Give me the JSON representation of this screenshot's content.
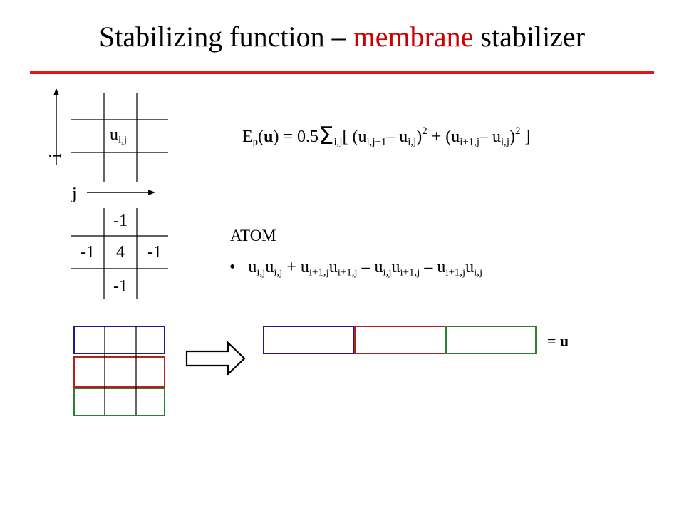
{
  "title": {
    "part1": "Stabilizing function – ",
    "accent": "membrane",
    "part2": " stabilizer"
  },
  "grid": {
    "cell_label_base": "u",
    "cell_label_sub": "i,j",
    "axis_i": "i",
    "axis_j": "j"
  },
  "stencil": {
    "top": "-1",
    "left": "-1",
    "center": "4",
    "right": "-1",
    "bottom": "-1"
  },
  "equation": {
    "lhs_E": "E",
    "lhs_sub": "p",
    "lhs_open": "(",
    "lhs_u": "u",
    "lhs_close": ")",
    "equals_coef": " = 0.5",
    "sigma": "Σ",
    "sum_sub": "i,j",
    "bracket_open": "[ (u",
    "t1_sub": "i,j+1",
    "minus1": "– u",
    "t2_sub": "i,j",
    "close_sq1": ")",
    "pow1": "2",
    "plus": " + (u",
    "t3_sub": "i+1,j",
    "minus2": "– u",
    "t4_sub": "i,j",
    "close_sq2": ")",
    "pow2": "2",
    "bracket_close": "  ]"
  },
  "atom": {
    "label": "ATOM",
    "bullet": "•",
    "a_u1": "u",
    "a_s1": "i,j",
    "a_u2": "u",
    "a_s2": "i,j",
    "a_op1": "  +  u",
    "a_s3": "i+1,j",
    "a_u3": "u",
    "a_s4": "i+1,j",
    "a_op2": "  – u",
    "a_s5": "i,j",
    "a_u4": "u",
    "a_s6": "i+1,j",
    "a_op3": "  – u",
    "a_s7": "i+1,j",
    "a_u5": "u",
    "a_s8": "i,j"
  },
  "vector": {
    "eq": "= ",
    "u": "u"
  },
  "colors": {
    "title": "#000000",
    "accent": "#cc0000",
    "rule": "#e8141a",
    "row1": "#1a1a8c",
    "row2": "#b22222",
    "row3": "#2e7d32"
  }
}
